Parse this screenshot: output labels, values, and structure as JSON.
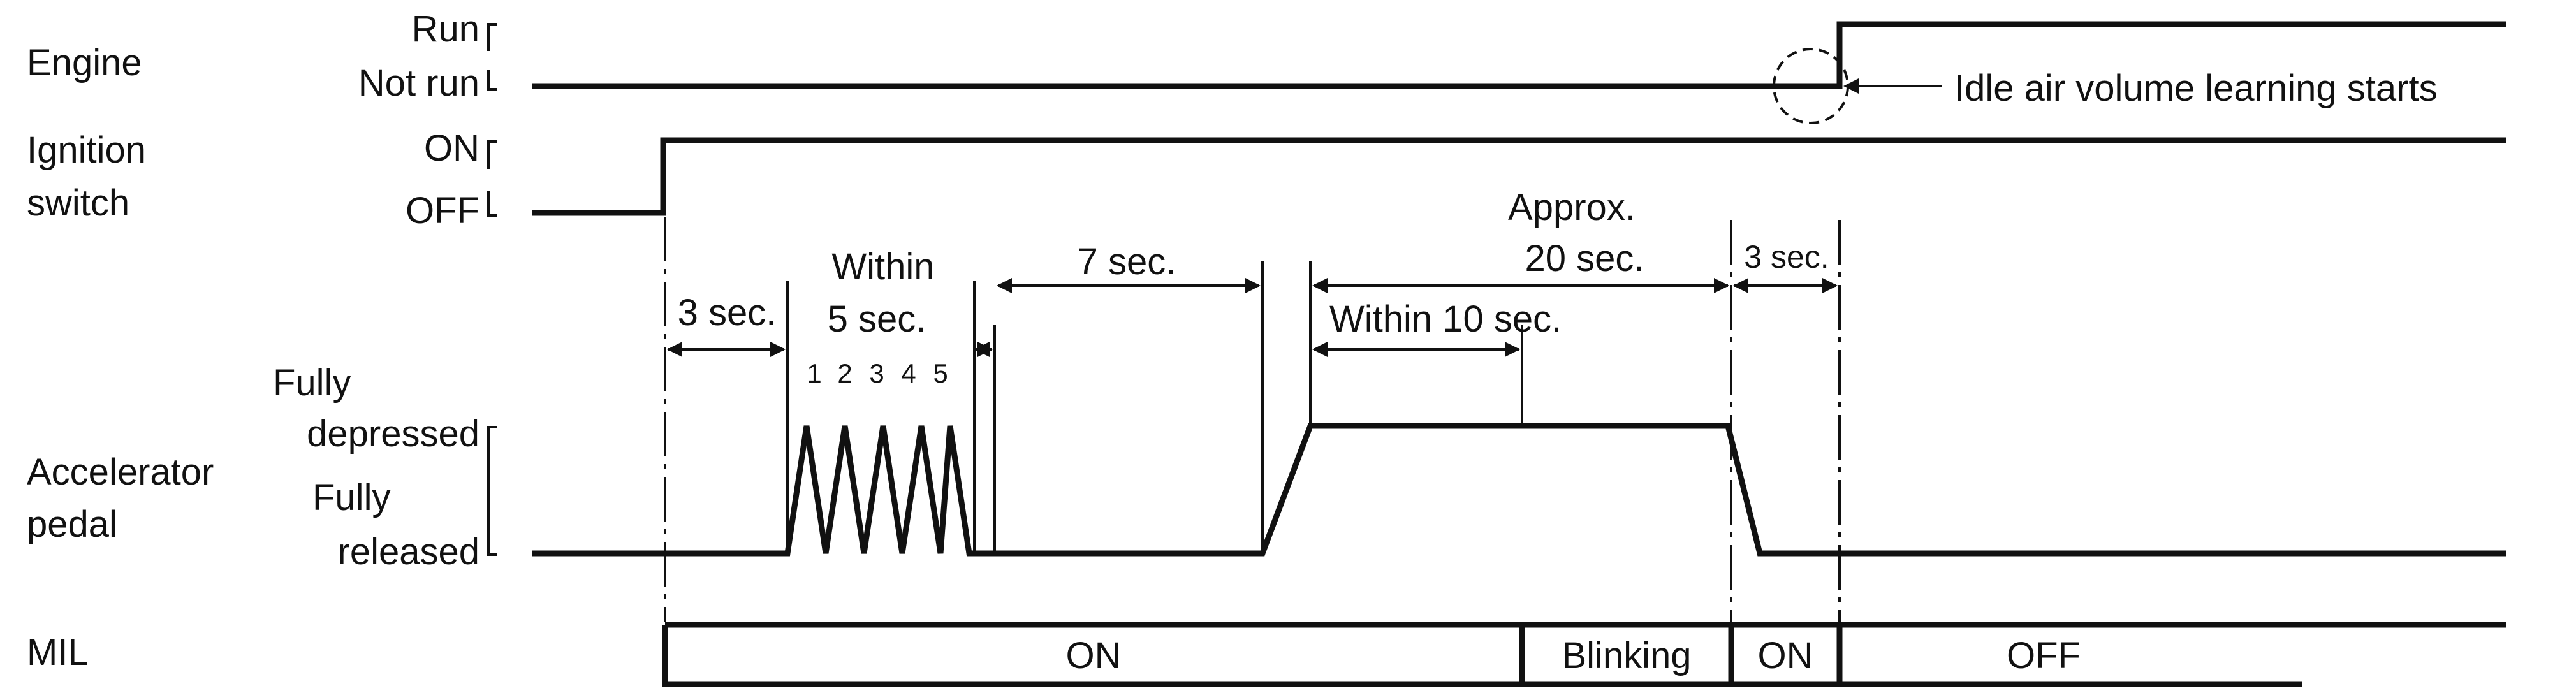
{
  "signals": {
    "engine": {
      "name": "Engine",
      "state_high": "Run",
      "state_low": "Not run"
    },
    "ignition": {
      "name_line1": "Ignition",
      "name_line2": "switch",
      "state_high": "ON",
      "state_low": "OFF"
    },
    "pedal": {
      "name_line1": "Accelerator",
      "name_line2": "pedal",
      "state_high_line1": "Fully",
      "state_high_line2": "depressed",
      "state_low_line1": "Fully",
      "state_low_line2": "released"
    },
    "mil": {
      "name": "MIL",
      "segments": [
        "ON",
        "Blinking",
        "ON",
        "OFF"
      ]
    }
  },
  "timings": {
    "t1": "3 sec.",
    "t2_line1": "Within",
    "t2_line2": "5 sec.",
    "press_count": [
      "1",
      "2",
      "3",
      "4",
      "5"
    ],
    "t3": "7 sec.",
    "t4_line1": "Approx.",
    "t4_line2": "20 sec.",
    "t5": "Within 10 sec.",
    "t6": "3 sec."
  },
  "callout": {
    "text": "Idle air volume learning starts"
  }
}
